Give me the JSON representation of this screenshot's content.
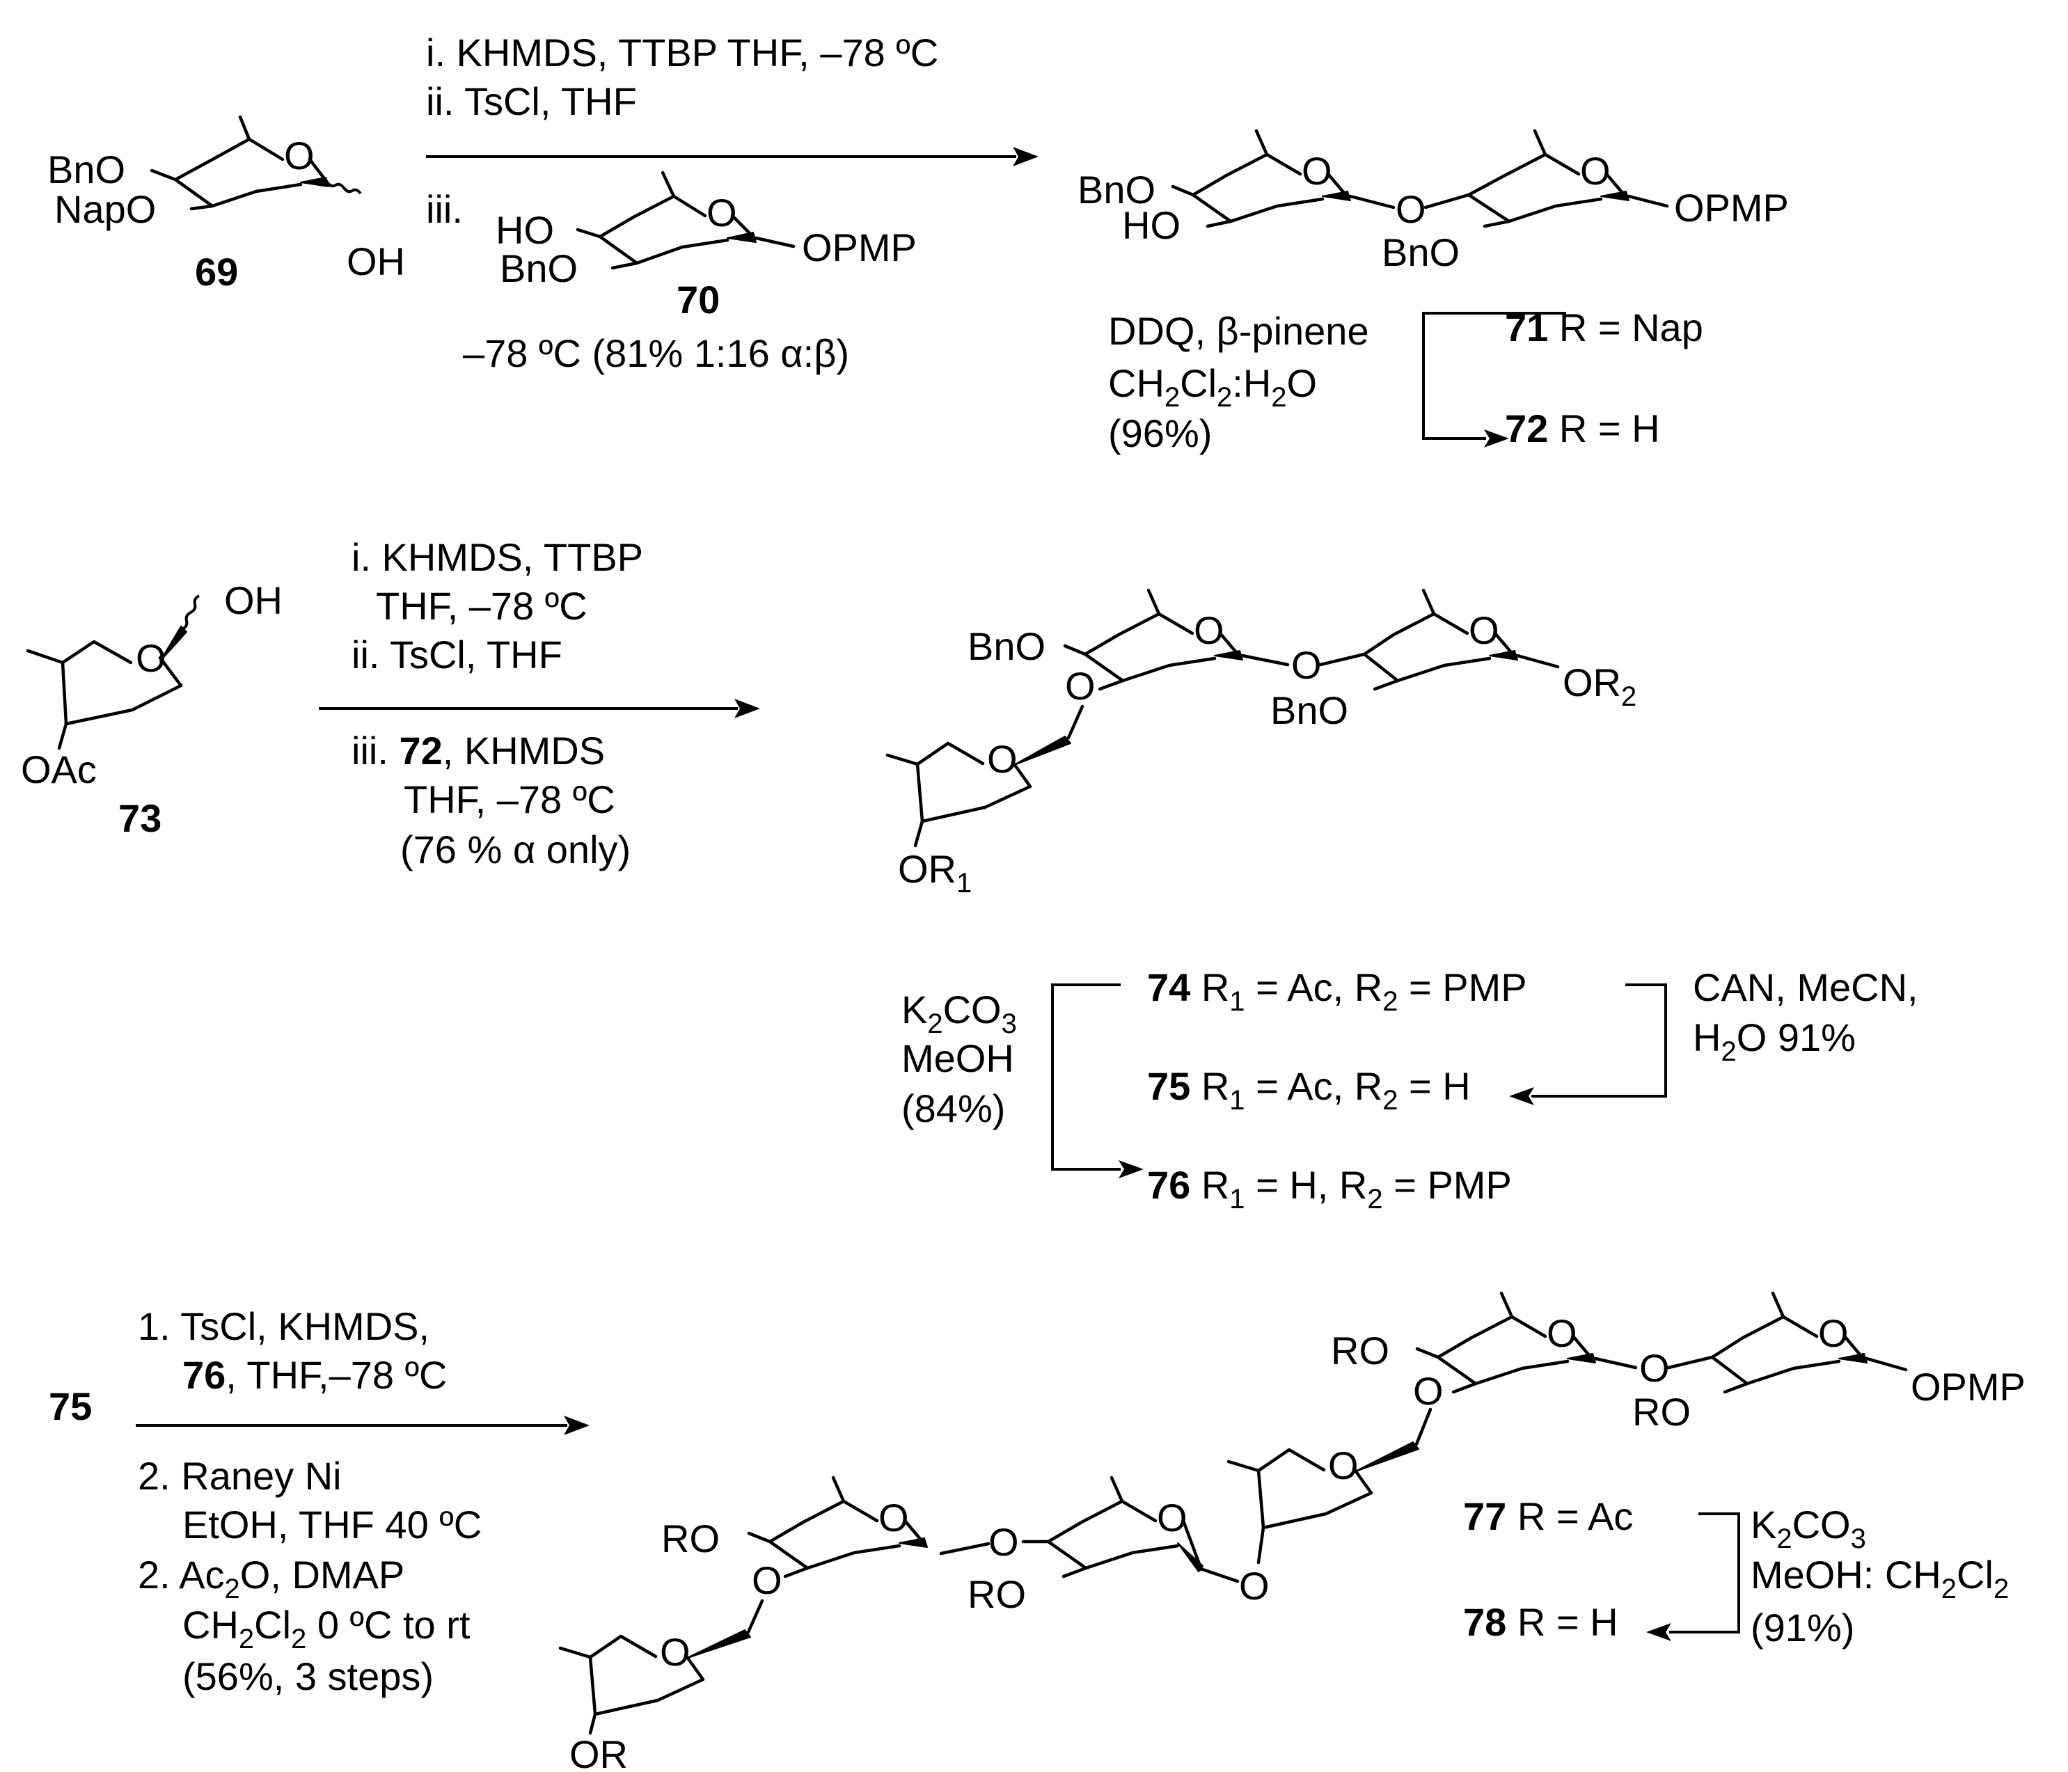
{
  "compounds": {
    "c69": "69",
    "c70": "70",
    "c71": "71",
    "c72": "72",
    "c73": "73",
    "c74": "74",
    "c75": "75",
    "c76": "76",
    "c77": "77",
    "c78": "78"
  },
  "groups": {
    "bno": "BnO",
    "napo": "NapO",
    "ho": "HO",
    "oh": "OH",
    "o": "O",
    "opmp": "OPMP",
    "oac": "OAc",
    "or": "OR",
    "ro": "RO",
    "or1": "OR",
    "or2": "OR",
    "sub1": "1",
    "sub2": "2"
  },
  "step1": {
    "reagent_i": "i. KHMDS, TTBP THF, –78 ºC",
    "reagent_ii": "ii. TsCl, THF",
    "reagent_iii": "iii.",
    "condition": "–78 ºC (81% 1:16 α:β)"
  },
  "step2": {
    "line1": "DDQ, β-pinene",
    "line2a": "CH",
    "line2b": "2",
    "line2c": "Cl",
    "line2d": "2",
    "line2e": ":H",
    "line2f": "2",
    "line2g": "O",
    "line3": "(96%)",
    "r71": " R = Nap",
    "r72": " R = H"
  },
  "step3": {
    "line1": "i. KHMDS, TTBP",
    "line2": "THF, –78 ºC",
    "line3": "ii. TsCl, THF",
    "line4a": "iii. ",
    "line4b": "72",
    "line4c": ", KHMDS",
    "line5": "THF, –78 ºC",
    "line6": "(76 % α only)"
  },
  "step4": {
    "k2co3a": "K",
    "k2co3b": "2",
    "k2co3c": "CO",
    "k2co3d": "3",
    "meoh": "MeOH",
    "yield": "(84%)",
    "can": "CAN, MeCN,",
    "h2oa": "H",
    "h2ob": "2",
    "h2oc": "O 91%",
    "r74a": " R",
    "r74b": "1",
    "r74c": " = Ac, R",
    "r74d": "2",
    "r74e": " = PMP",
    "r75a": " R",
    "r75b": "1",
    "r75c": " = Ac, R",
    "r75d": "2",
    "r75e": " = H",
    "r76a": " R",
    "r76b": "1",
    "r76c": " = H, R",
    "r76d": "2",
    "r76e": " = PMP"
  },
  "step5": {
    "line1": "1. TsCl, KHMDS,",
    "line2a": "76",
    "line2b": ", THF,–78 ºC",
    "line3": "2. Raney Ni",
    "line4": "EtOH, THF 40 ºC",
    "line5a": "2. Ac",
    "line5b": "2",
    "line5c": "O, DMAP",
    "line6a": "CH",
    "line6b": "2",
    "line6c": "Cl",
    "line6d": "2",
    "line6e": " 0 ºC to rt",
    "line7": "(56%, 3 steps)"
  },
  "step6": {
    "k2co3a": "K",
    "k2co3b": "2",
    "k2co3c": "CO",
    "k2co3d": "3",
    "line2a": "MeOH: CH",
    "line2b": "2",
    "line2c": "Cl",
    "line2d": "2",
    "yield": "(91%)",
    "r77": " R = Ac",
    "r78": " R = H"
  }
}
